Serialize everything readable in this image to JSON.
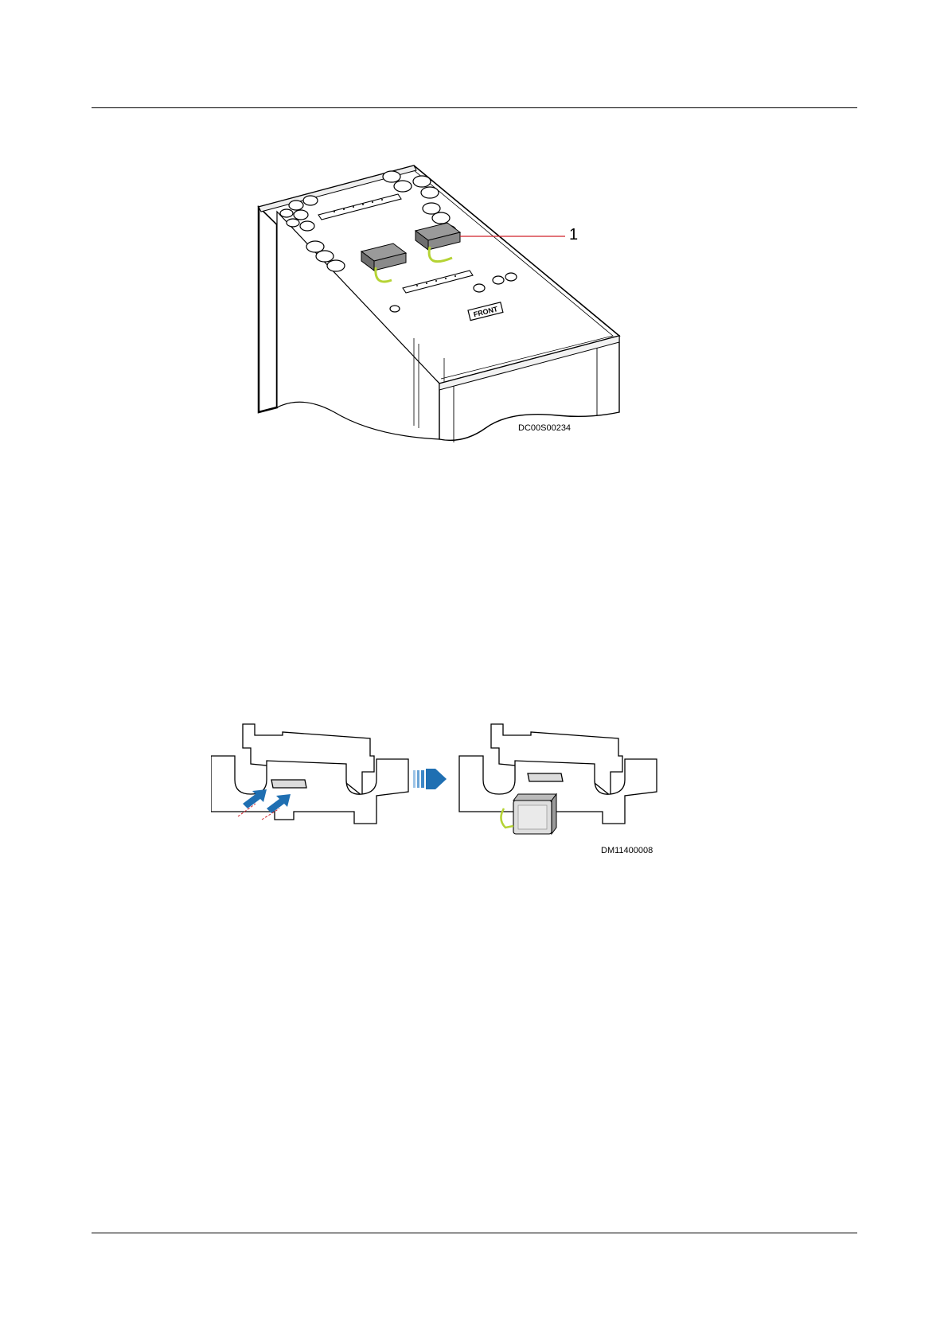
{
  "figure1": {
    "callout": "1",
    "code": "DC00S00234",
    "front_label": "FRONT"
  },
  "figure2": {
    "code": "DM11400008"
  },
  "colors": {
    "cable": "#b5d334",
    "arrow": "#1f6fb2",
    "callout_line": "#d0202a",
    "module": "#7d7d7d"
  }
}
